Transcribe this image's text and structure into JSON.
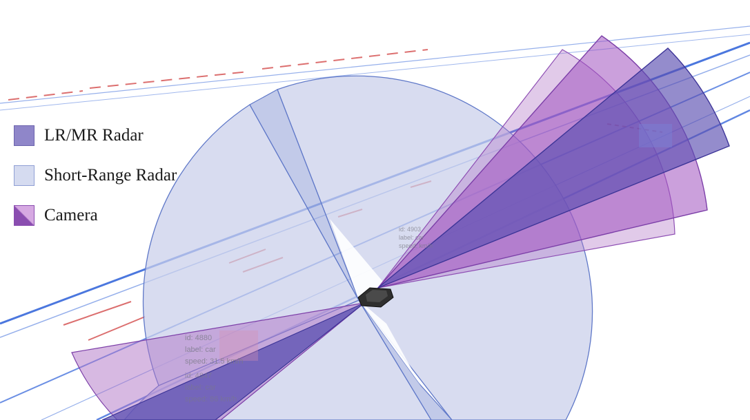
{
  "colors": {
    "lr_mr_radar": "#5a4fb0",
    "short_range_radar": "#c9cfea",
    "camera": "#b074c6",
    "road_line": "#2c5fd8",
    "lane_mark": "#d34a4a"
  },
  "legend": [
    {
      "label": "LR/MR Radar",
      "swatch": "lr-mr-radar"
    },
    {
      "label": "Short-Range Radar",
      "swatch": "short-range-radar"
    },
    {
      "label": "Camera",
      "swatch": "camera"
    }
  ],
  "annotations": {
    "obj_a": {
      "line1": "id: 4880",
      "line2": "label: car",
      "line3": "speed: 31.5 km/h"
    },
    "obj_b": {
      "line1": "id: 4847",
      "line2": "label: car",
      "line3": "speed: 86 km/h"
    },
    "obj_c": {
      "line1": "id: 4903",
      "line2": "label: car",
      "line3": "speed: km/h"
    }
  }
}
